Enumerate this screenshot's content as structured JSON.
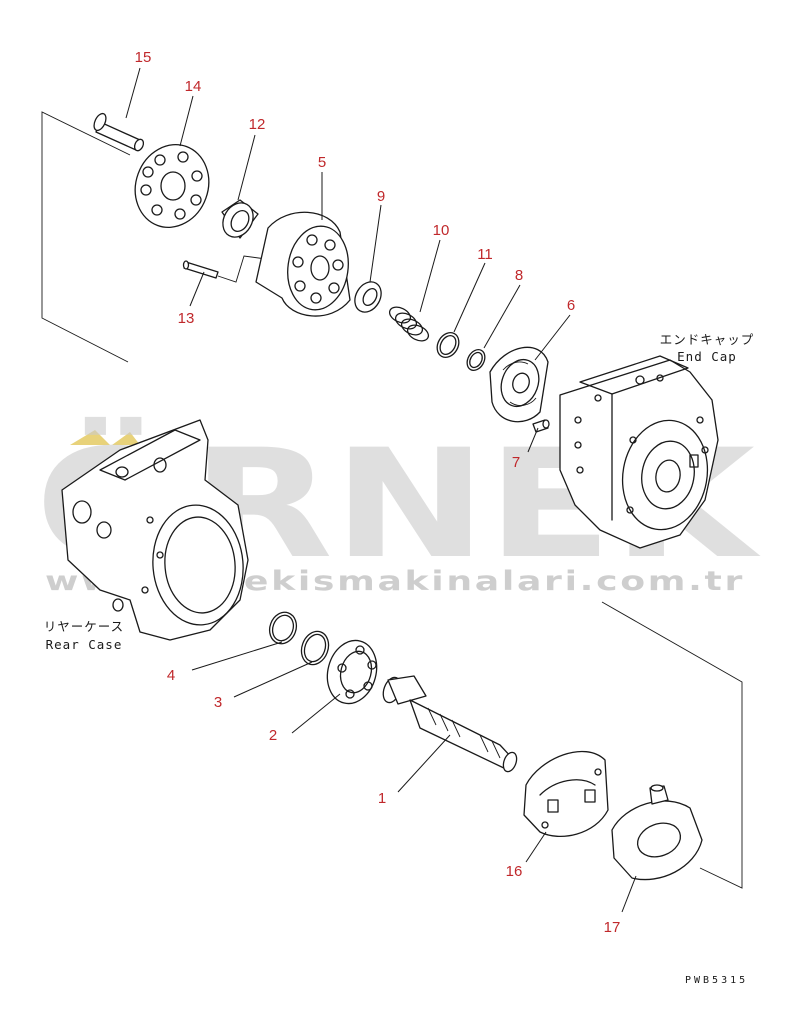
{
  "parts": [
    {
      "id": "15",
      "label": "15"
    },
    {
      "id": "14",
      "label": "14"
    },
    {
      "id": "12",
      "label": "12"
    },
    {
      "id": "5",
      "label": "5"
    },
    {
      "id": "9",
      "label": "9"
    },
    {
      "id": "10",
      "label": "10"
    },
    {
      "id": "11",
      "label": "11"
    },
    {
      "id": "8",
      "label": "8"
    },
    {
      "id": "6",
      "label": "6"
    },
    {
      "id": "13",
      "label": "13"
    },
    {
      "id": "7",
      "label": "7"
    },
    {
      "id": "4",
      "label": "4"
    },
    {
      "id": "3",
      "label": "3"
    },
    {
      "id": "2",
      "label": "2"
    },
    {
      "id": "1",
      "label": "1"
    },
    {
      "id": "16",
      "label": "16"
    },
    {
      "id": "17",
      "label": "17"
    }
  ],
  "captions": {
    "end_cap_jp": "エンドキャップ",
    "end_cap_en": "End Cap",
    "rear_case_jp": "リヤーケース",
    "rear_case_en": "Rear Case"
  },
  "watermark": {
    "logo": "ÖRNEK",
    "url": "www.ornekismakinalari.com.tr"
  },
  "drawing_code": "PWB5315",
  "colors": {
    "part_number": "#c0282b",
    "line": "#1a1a1a",
    "watermark": "#c9c9c9",
    "logo_accent": "#e8d27a"
  }
}
